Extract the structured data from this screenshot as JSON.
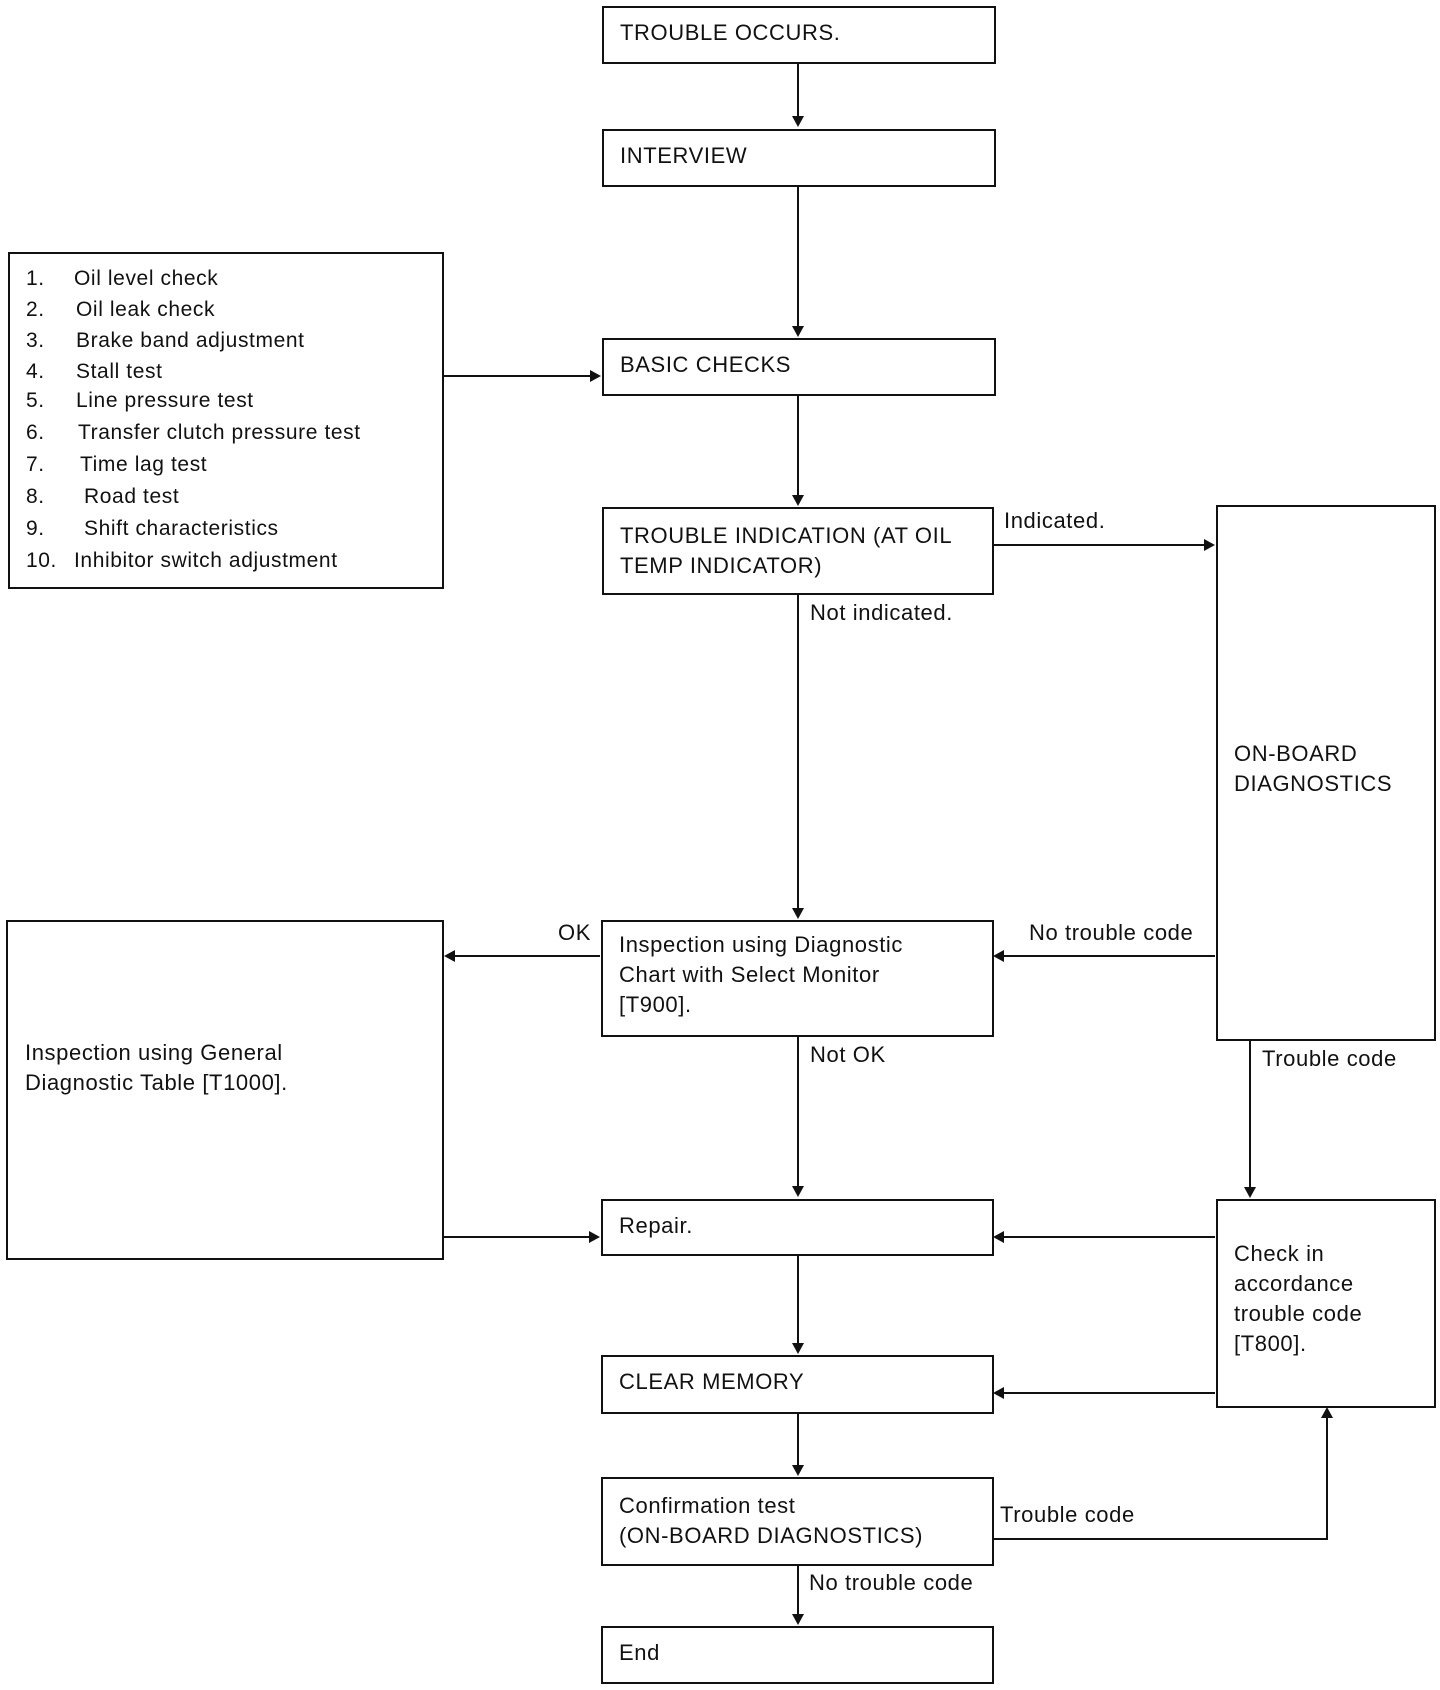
{
  "nodes": {
    "trouble_occurs": "TROUBLE OCCURS.",
    "interview": "INTERVIEW",
    "basic_checks": "BASIC CHECKS",
    "trouble_indication": "TROUBLE INDICATION (AT OIL\nTEMP INDICATOR)",
    "onboard_diagnostics": "ON-BOARD\nDIAGNOSTICS",
    "inspection_select_monitor": "Inspection using Diagnostic\nChart with Select Monitor\n[T900].",
    "inspection_general": "Inspection using General\nDiagnostic Table [T1000].",
    "repair": "Repair.",
    "check_trouble_code": "Check in\naccordance\ntrouble code\n[T800].",
    "clear_memory": "CLEAR MEMORY",
    "confirmation_test": "Confirmation test\n(ON-BOARD DIAGNOSTICS)",
    "end": "End"
  },
  "basic_checks_list": [
    {
      "num": "1.",
      "text": "Oil level check"
    },
    {
      "num": "2.",
      "text": "Oil leak check"
    },
    {
      "num": "3.",
      "text": "Brake band adjustment"
    },
    {
      "num": "4.",
      "text": "Stall test"
    },
    {
      "num": "5.",
      "text": "Line pressure test"
    },
    {
      "num": "6.",
      "text": "Transfer clutch pressure test"
    },
    {
      "num": "7.",
      "text": "Time lag test"
    },
    {
      "num": "8.",
      "text": "Road test"
    },
    {
      "num": "9.",
      "text": "Shift characteristics"
    },
    {
      "num": "10.",
      "text": "Inhibitor switch adjustment"
    }
  ],
  "edge_labels": {
    "indicated": "Indicated.",
    "not_indicated": "Not indicated.",
    "ok": "OK",
    "not_ok": "Not OK",
    "no_trouble_code_1": "No trouble code",
    "trouble_code_1": "Trouble code",
    "trouble_code_2": "Trouble code",
    "no_trouble_code_2": "No trouble code"
  }
}
